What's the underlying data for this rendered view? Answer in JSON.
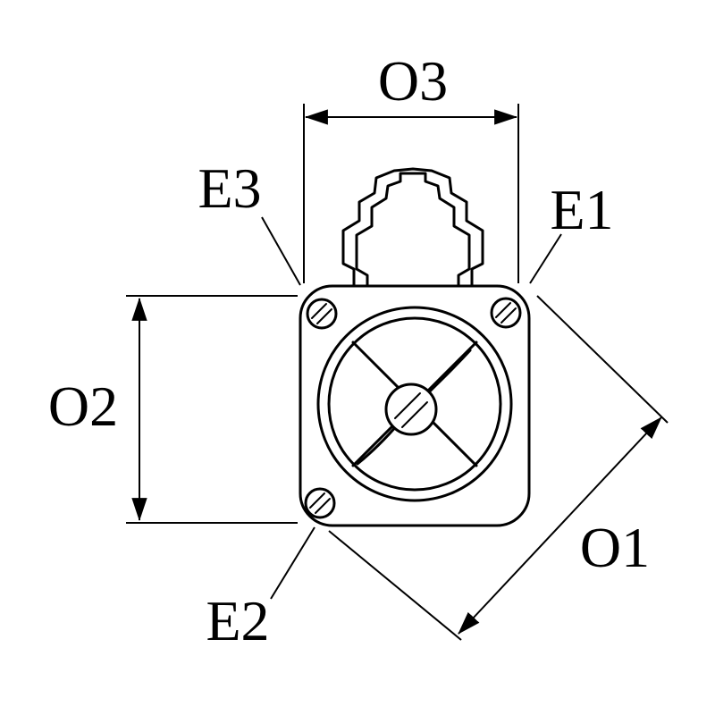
{
  "diagram": {
    "labels": {
      "o3": "O3",
      "e3": "E3",
      "e1": "E1",
      "o2": "O2",
      "o1": "O1",
      "e2": "E2"
    },
    "colors": {
      "line": "#000000",
      "background": "#ffffff"
    }
  }
}
